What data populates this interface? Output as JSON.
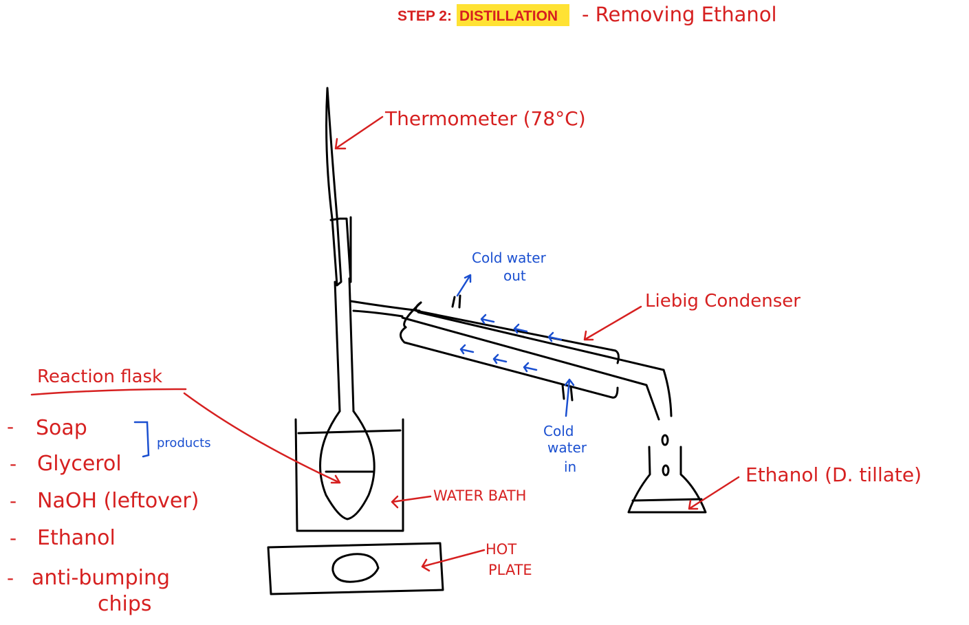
{
  "colors": {
    "ink": "#000000",
    "annotation_red": "#d62020",
    "annotation_blue": "#1a4fd0",
    "highlight": "#ffe234"
  },
  "title": {
    "step": "STEP 2:",
    "highlighted": "DISTILLATION",
    "subtitle": "- Removing Ethanol"
  },
  "labels": {
    "thermometer": "Thermometer (78°C)",
    "liebig": "Liebig Condenser",
    "cold_out_1": "Cold water",
    "cold_out_2": "out",
    "cold_in_1": "Cold",
    "cold_in_2": "water",
    "cold_in_3": "in",
    "ethanol_distillate": "Ethanol (D. tillate)",
    "water_bath": "WATER BATH",
    "hot_1": "HOT",
    "hot_2": "PLATE",
    "reaction_flask": "Reaction flask",
    "products": "products"
  },
  "flask_contents": [
    "Soap",
    "Glycerol",
    "NaOH (leftover)",
    "Ethanol",
    "anti-bumping",
    "chips"
  ],
  "bullet": "-"
}
